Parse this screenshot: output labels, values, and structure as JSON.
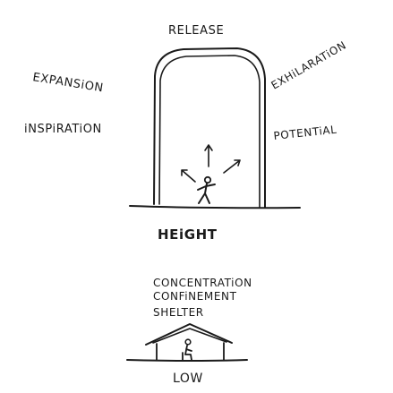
{
  "top": {
    "release": "RELEASE",
    "expansion": "EXPANSiON",
    "exhilaration": "EXHiLARATiON",
    "inspiration": "iNSPiRATiON",
    "potential": "POTENTiAL",
    "height": "HEiGHT"
  },
  "bottom": {
    "concentration": "CONCENTRATiON",
    "confinement": "CONFiNEMENT",
    "shelter": "SHELTER",
    "low": "LOW"
  },
  "colors": {
    "ink": "#1a1a1a",
    "paper": "#ffffff"
  }
}
